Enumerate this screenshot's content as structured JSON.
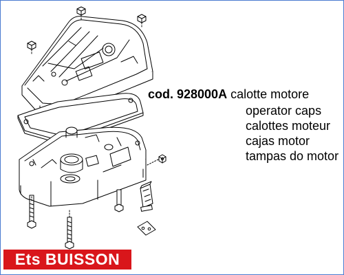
{
  "product": {
    "code_label": "cod. 928000A",
    "descriptions": [
      "calotte motore",
      "operator caps",
      "calottes moteur",
      "cajas motor",
      "tampas do motor"
    ]
  },
  "logo": {
    "text": "Ets BUISSON",
    "color": "#d9161b"
  },
  "frame_color": "#4a7bd0",
  "figure": {
    "subject": "exploded view of motor housing with caps, gasket, bolts and bracket"
  }
}
